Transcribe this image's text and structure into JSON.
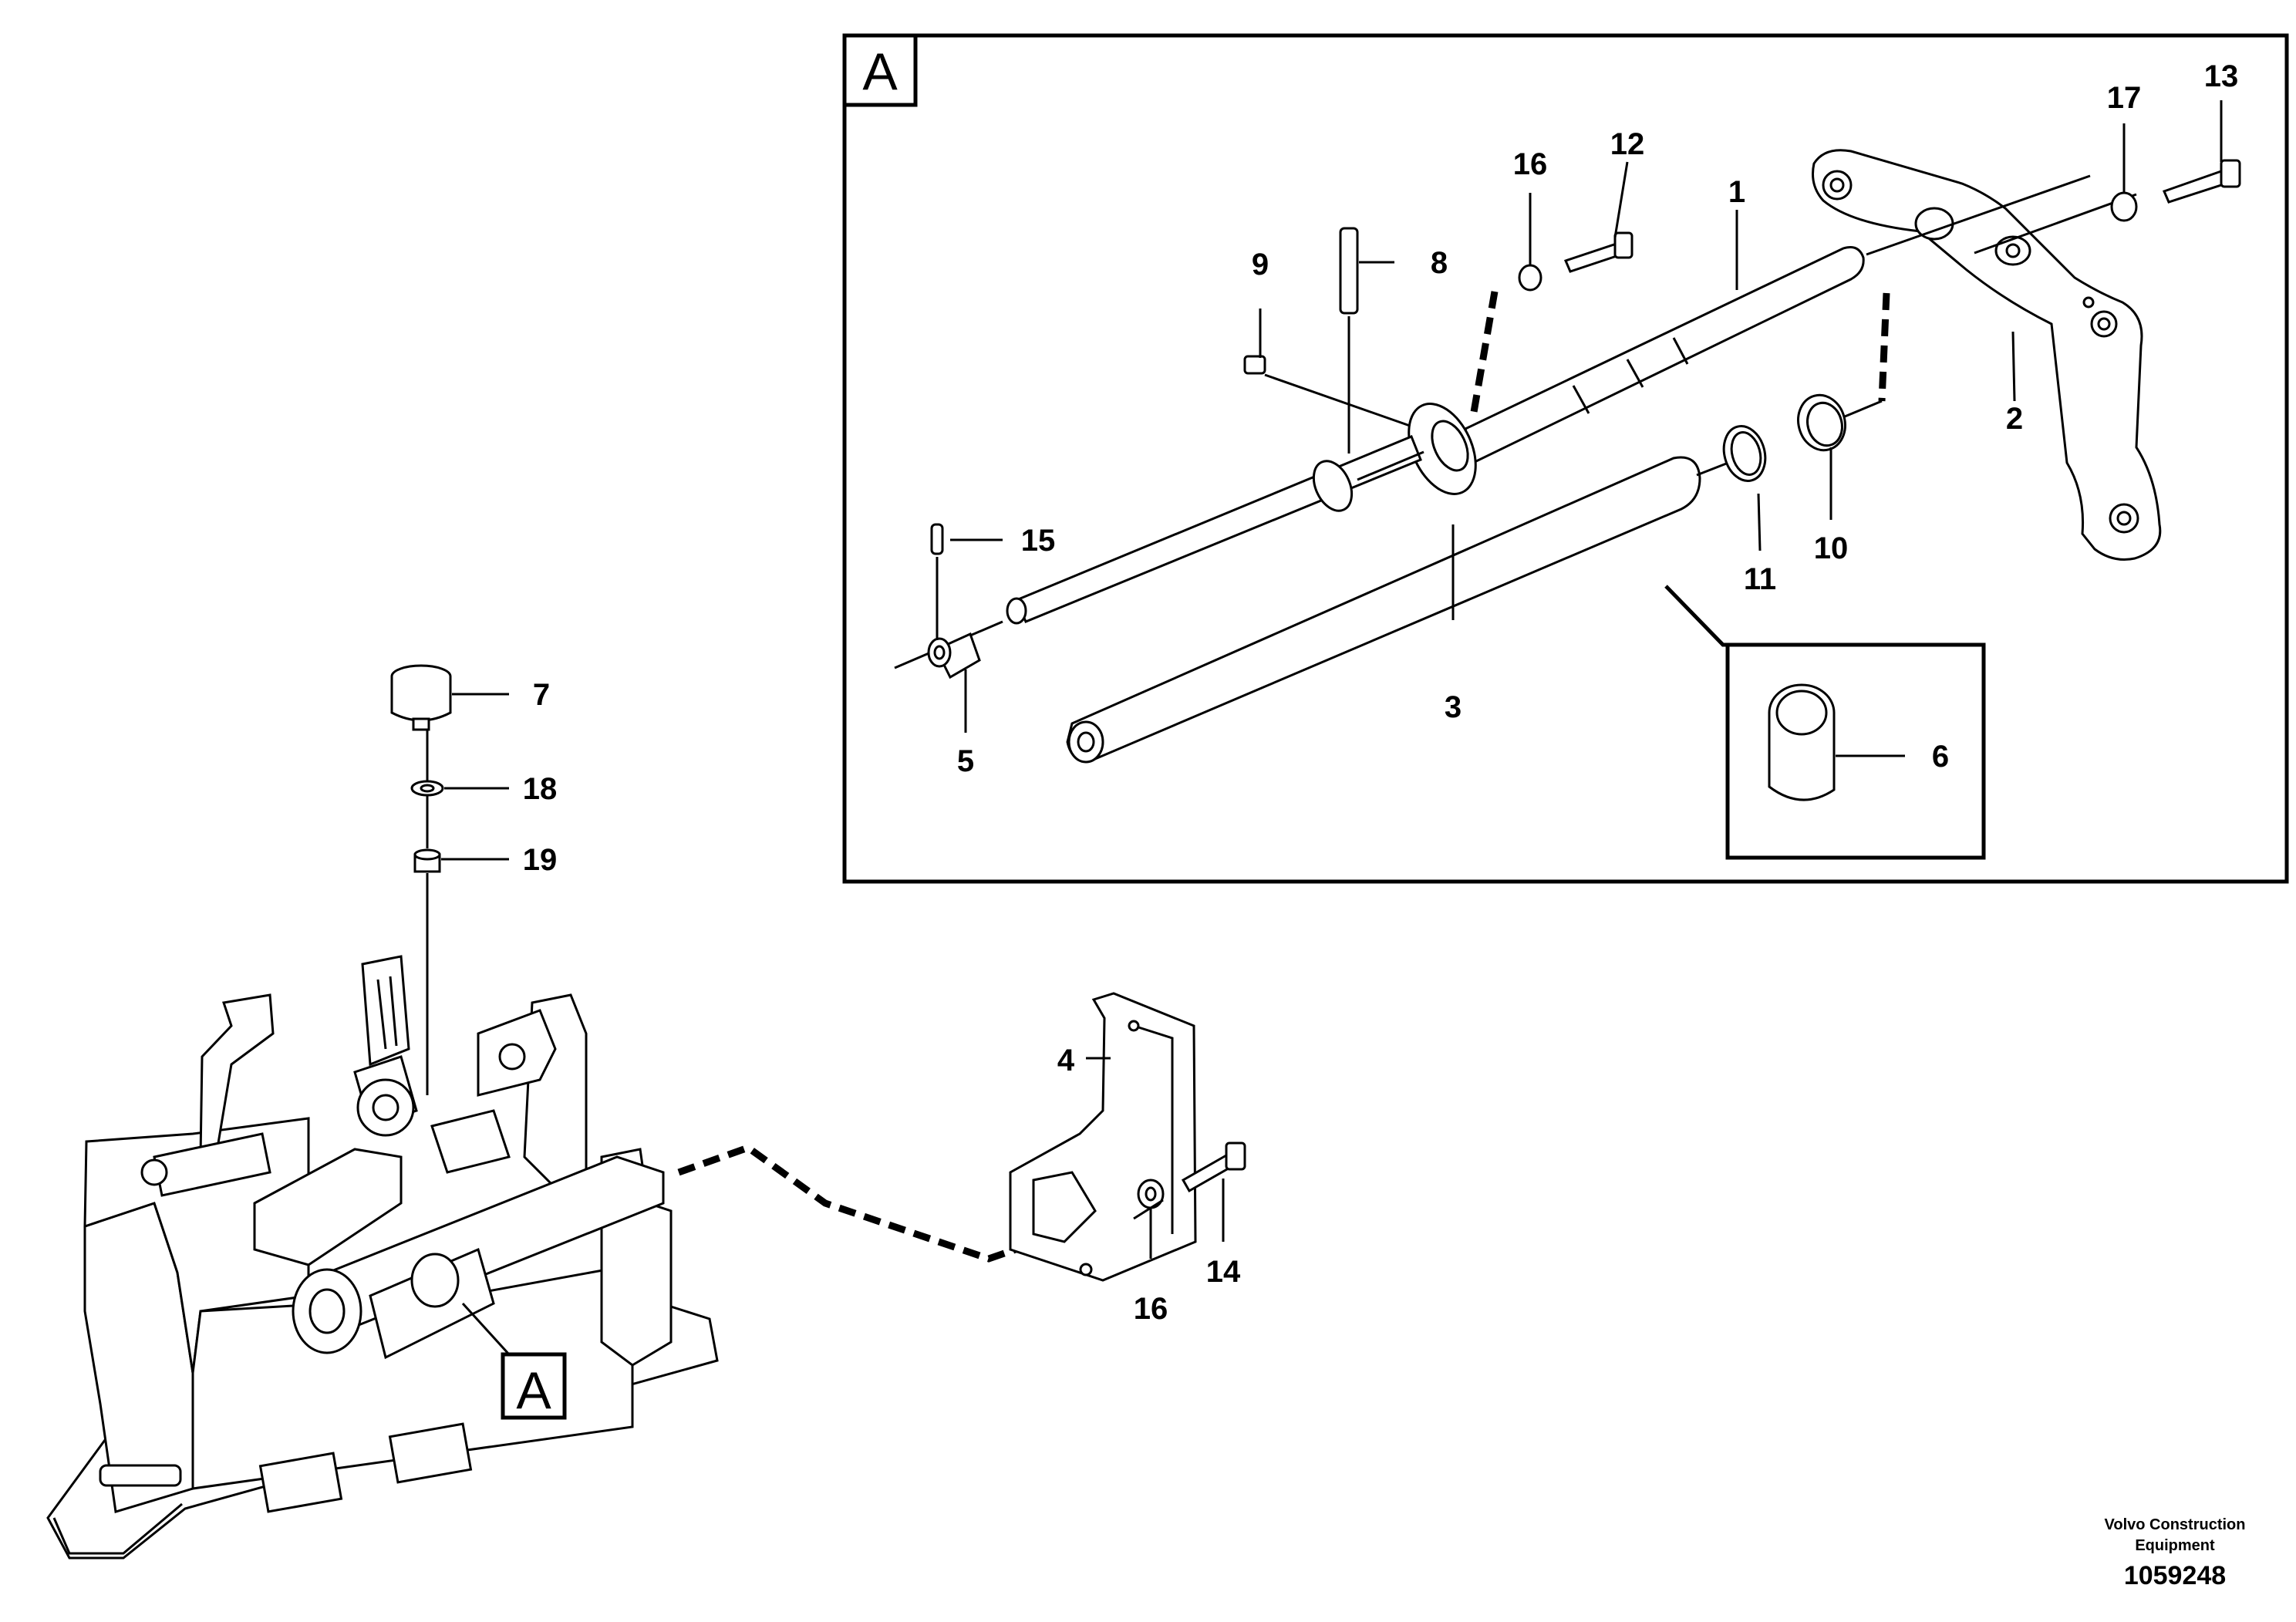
{
  "detail_box": {
    "label": "A"
  },
  "callout_box": {
    "label": "A"
  },
  "parts": {
    "p1": "1",
    "p2": "2",
    "p3": "3",
    "p4": "4",
    "p5": "5",
    "p6": "6",
    "p7": "7",
    "p8": "8",
    "p9": "9",
    "p10": "10",
    "p11": "11",
    "p12": "12",
    "p13": "13",
    "p14": "14",
    "p15": "15",
    "p16a": "16",
    "p16b": "16",
    "p17": "17",
    "p18": "18",
    "p19": "19"
  },
  "footer": {
    "brand_line1": "Volvo Construction",
    "brand_line2": "Equipment",
    "drawing_number": "1059248"
  }
}
